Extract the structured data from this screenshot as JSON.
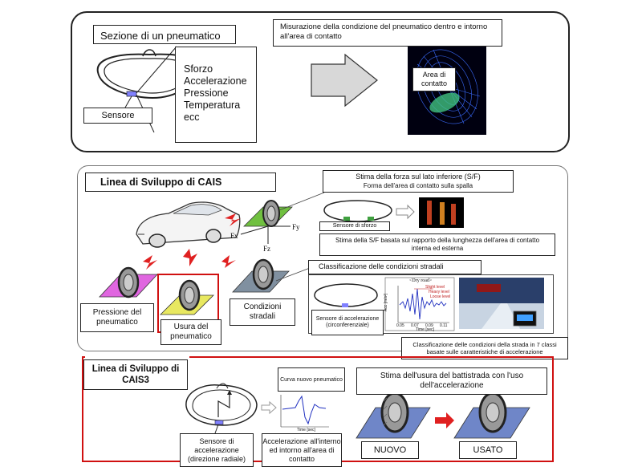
{
  "top_panel": {
    "section_title": "Sezione di un pneumatico",
    "sensor_label": "Sensore",
    "measures": [
      "Sforzo",
      "Accelerazione",
      "Pressione",
      "Temperatura",
      "ecc"
    ],
    "measure_title": "Misurazione della condizione del pneumatico dentro e intorno all'area di contatto",
    "contact_area": "Area di contatto"
  },
  "cais_panel": {
    "title": "Linea di Sviluppo di CAIS",
    "force_title": "Stima della forza sul lato inferiore (S/F)",
    "force_subtitle": "Forma dell'area di contatto sulla spalla",
    "force_labels": {
      "fx": "Fx",
      "fy": "Fy",
      "fz": "Fz"
    },
    "strain_sensor": "Sensore di sforzo",
    "force_desc": "Stima della S/F basata sul rapporto della lunghezza dell'area di contatto interna ed esterna",
    "road_title": "Classificazione delle condizioni stradali",
    "accel_sensor": "Sensore di accelerazione (circonferenziale)",
    "road_desc": "Classificazione delle condizioni della strada in 7 classi basate sulle caratteristiche di accelerazione",
    "pressure_label": "Pressione del pneumatico",
    "wear_label": "Usura del pneumatico",
    "road_label": "Condizioni stradali",
    "graph_title": "<Dry road>",
    "graph_ylabel": "Acc [m/s²]",
    "graph_xlabel": "Time [sec]",
    "graph_legend": [
      "Slight level",
      "Heavy level",
      "Loose level"
    ],
    "graph_ticks": [
      "0.05",
      "0.07",
      "0.09",
      "0.11"
    ]
  },
  "cais3_panel": {
    "title": "Linea di Sviluppo di CAIS3",
    "curve_title": "Curva nuovo pneumatico",
    "curve_xlabel": "Time [sec]",
    "wear_title": "Stima dell'usura del battistrada con l'uso dell'accelerazione",
    "radial_sensor": "Sensore di accelerazione (direzione radiale)",
    "accel_desc": "Accelerazione all'interno ed intorno all'area di contatto",
    "new_label": "NUOVO",
    "used_label": "USATO"
  },
  "colors": {
    "red_frame": "#d01010",
    "magenta_pad": "#e066e0",
    "yellow_pad": "#e8e860",
    "green_pad": "#70c040",
    "blue_pad": "#6f86c8",
    "grey_pad": "#8090a0",
    "sensor_blue": "#8080ff"
  }
}
